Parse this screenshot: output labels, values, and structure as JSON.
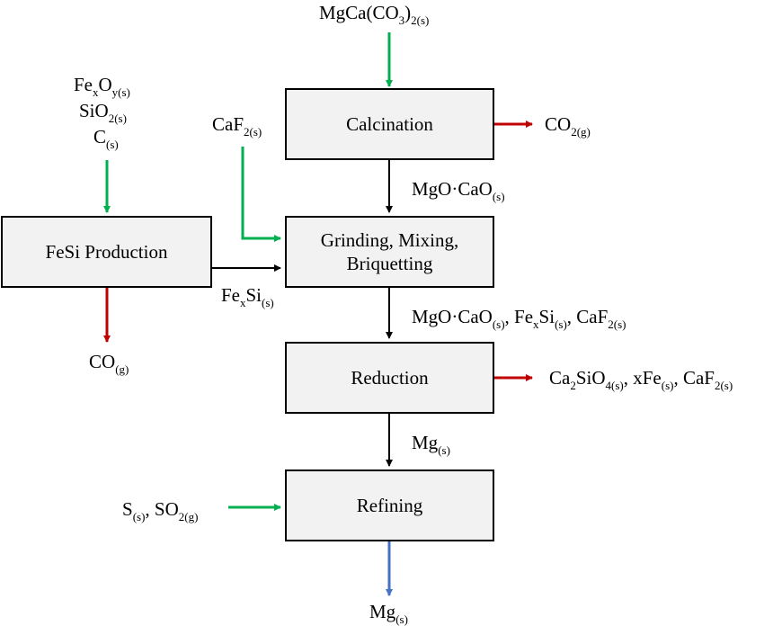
{
  "colors": {
    "input_arrow": "#00b050",
    "output_arrow": "#c00000",
    "flow_arrow": "#000000",
    "product_arrow": "#4472c4",
    "box_fill": "#f2f2f2"
  },
  "process_boxes": {
    "calcination": "Calcination",
    "fesi_production": "FeSi Production",
    "grinding_line1": "Grinding, Mixing,",
    "grinding_line2": "Briquetting",
    "reduction": "Reduction",
    "refining": "Refining"
  },
  "streams": {
    "dolomite_feed": [
      "MgCa(CO",
      "3",
      ")",
      "2(s)"
    ],
    "co2_out": [
      "CO",
      "2(g)"
    ],
    "mgo_cao": [
      "MgO·CaO",
      "(s)"
    ],
    "caf2_feed": [
      "CaF",
      "2(s)"
    ],
    "fesi_feed_1": [
      "Fe",
      "x",
      "O",
      "y(s)"
    ],
    "fesi_feed_2": [
      "SiO",
      "2(s)"
    ],
    "fesi_feed_3": [
      "C",
      "(s)"
    ],
    "fexsi": [
      "Fe",
      "x",
      "Si",
      "(s)"
    ],
    "co_out": [
      "CO",
      "(g)"
    ],
    "briquette_flow": [
      "MgO·CaO",
      "(s)",
      ", Fe",
      "x",
      "Si",
      "(s)",
      ", CaF",
      "2(s)"
    ],
    "slag_out": [
      "Ca",
      "2",
      "SiO",
      "4(s)",
      ", xFe",
      "(s)",
      ", CaF",
      "2(s)"
    ],
    "mg_vapor": [
      "Mg",
      "(s)"
    ],
    "refining_feed": [
      "S",
      "(s)",
      ", SO",
      "2(g)"
    ],
    "mg_product": [
      "Mg",
      "(s)"
    ]
  }
}
